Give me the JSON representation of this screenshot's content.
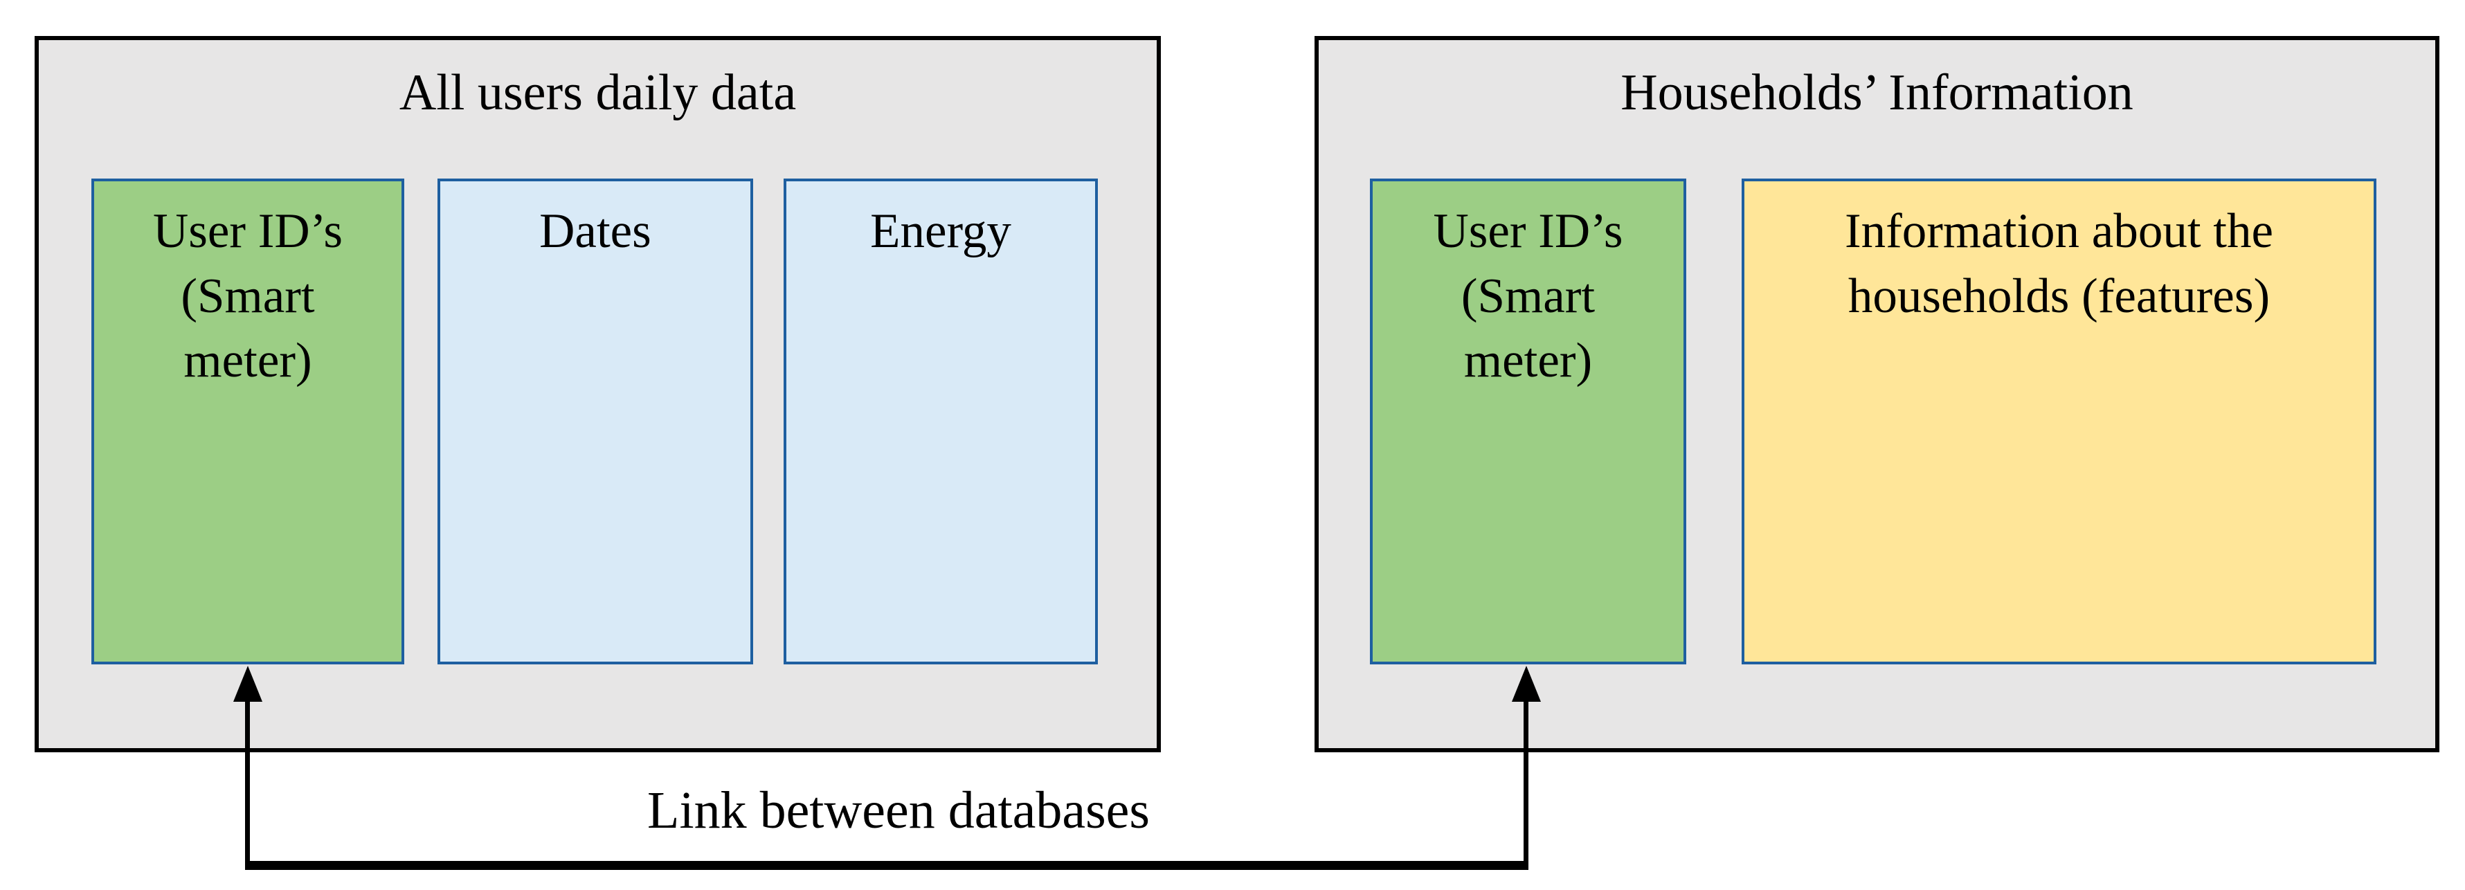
{
  "left_panel": {
    "title": "All users daily data",
    "columns": [
      {
        "name": "user-ids",
        "color": "green",
        "lines": [
          "User ID’s",
          "(Smart",
          "meter)"
        ]
      },
      {
        "name": "dates",
        "color": "blue",
        "lines": [
          "Dates"
        ]
      },
      {
        "name": "energy",
        "color": "blue",
        "lines": [
          "Energy"
        ]
      }
    ]
  },
  "right_panel": {
    "title": "Households’ Information",
    "columns": [
      {
        "name": "user-ids",
        "color": "green",
        "lines": [
          "User ID’s",
          "(Smart",
          "meter)"
        ]
      },
      {
        "name": "household-features",
        "color": "yellow",
        "lines": [
          "Information about the",
          "households (features)"
        ]
      }
    ]
  },
  "link_label": "Link between databases",
  "colors": {
    "panel_background": "#e7e6e6",
    "panel_border": "#000000",
    "column_border": "#1e5fa0",
    "green_fill": "#9cce85",
    "blue_fill": "#d9eaf7",
    "yellow_fill": "#ffe699",
    "arrow": "#000000",
    "text": "#000000"
  }
}
